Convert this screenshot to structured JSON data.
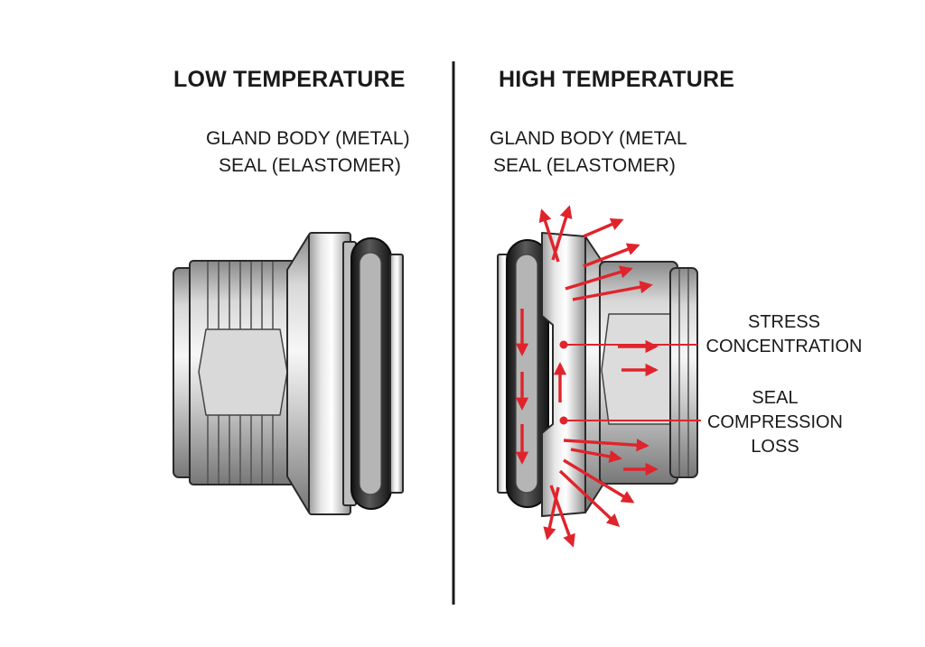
{
  "left_panel": {
    "title": "LOW TEMPERATURE",
    "labels": [
      "GLAND BODY (METAL)",
      "SEAL (ELASTOMER)"
    ]
  },
  "right_panel": {
    "title": "HIGH TEMPERATURE",
    "labels": [
      "GLAND BODY (METAL",
      "SEAL (ELASTOMER)"
    ],
    "callouts": {
      "stress": [
        "STRESS",
        "CONCENTRATION"
      ],
      "compression": [
        "SEAL",
        "COMPRESSION",
        "LOSS"
      ]
    }
  },
  "colors": {
    "metal_light": "#e6e6e6",
    "metal_dark": "#8c8c8c",
    "elastomer": "#2a2a2a",
    "arrow": "#e0242c",
    "divider": "#1a1a1a"
  }
}
